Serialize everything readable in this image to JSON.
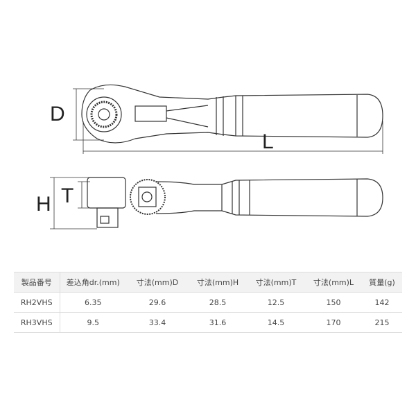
{
  "dimension_labels": {
    "D": "D",
    "L": "L",
    "H": "H",
    "T": "T"
  },
  "table": {
    "headers": [
      "製品番号",
      "差込角dr.(mm)",
      "寸法(mm)D",
      "寸法(mm)H",
      "寸法(mm)T",
      "寸法(mm)L",
      "質量(g)"
    ],
    "rows": [
      [
        "RH2VHS",
        "6.35",
        "29.6",
        "28.5",
        "12.5",
        "150",
        "142"
      ],
      [
        "RH3VHS",
        "9.5",
        "33.4",
        "31.6",
        "14.5",
        "170",
        "215"
      ]
    ]
  }
}
